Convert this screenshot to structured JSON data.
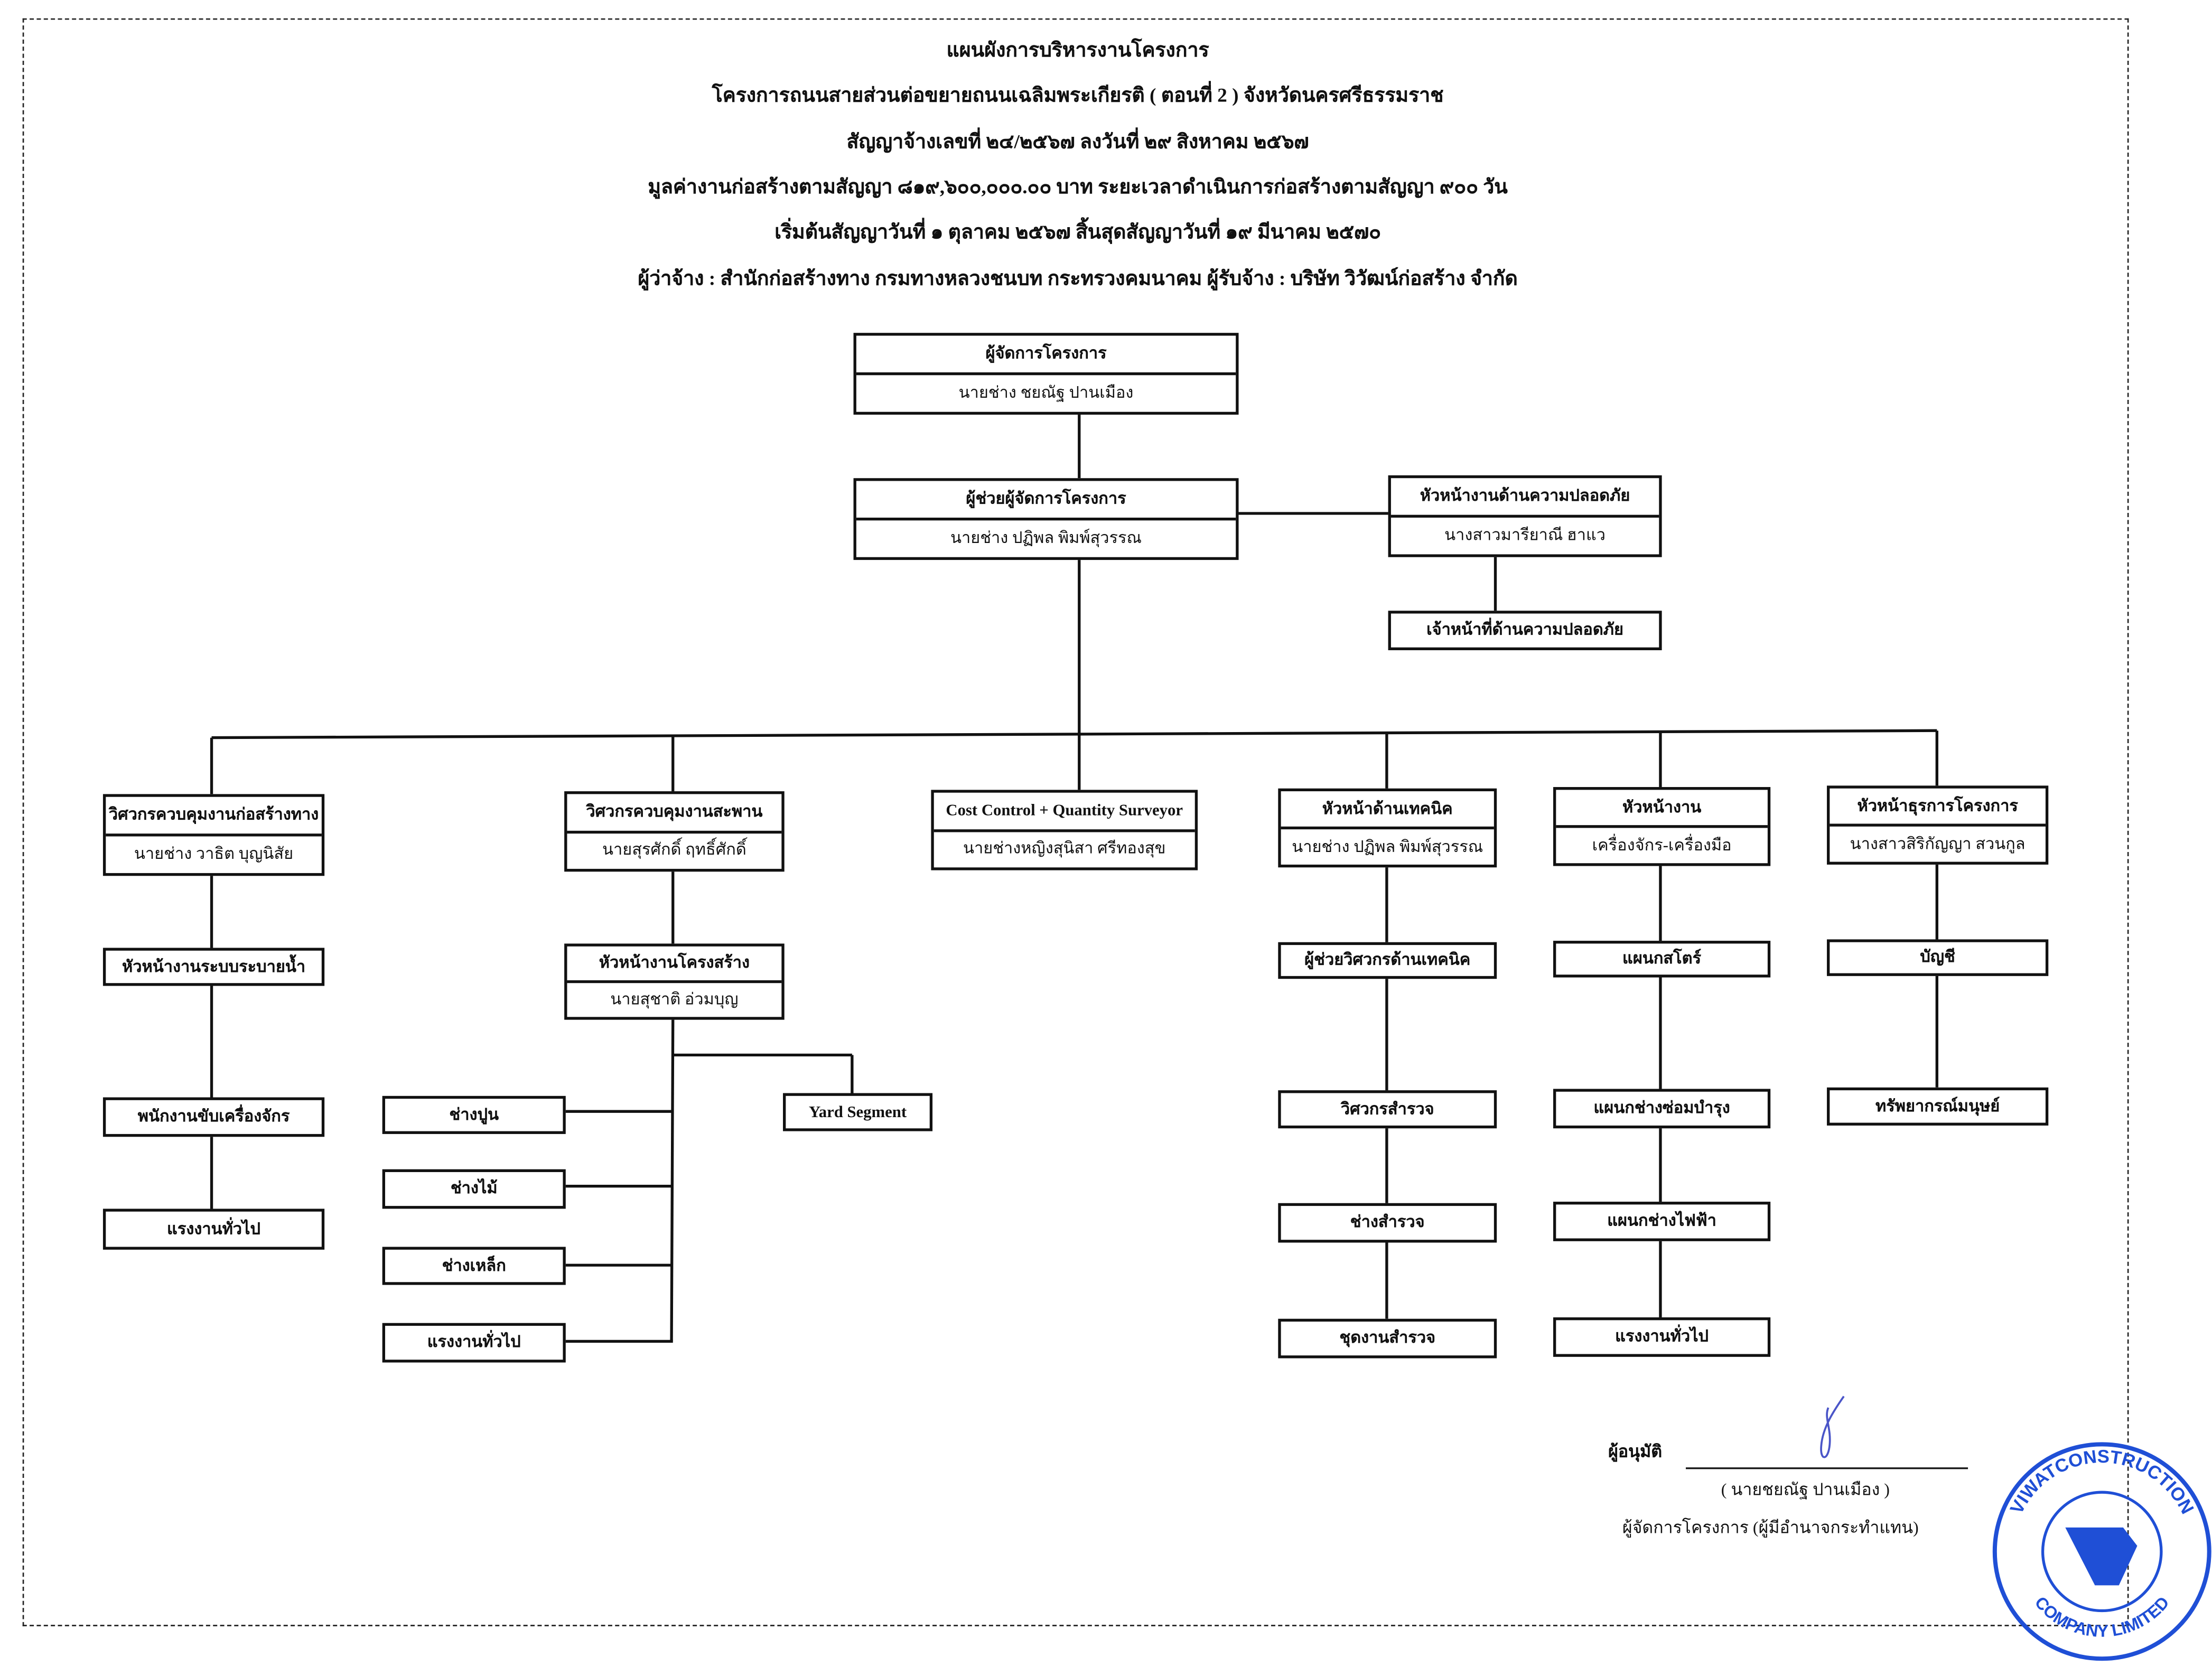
{
  "header": {
    "title": "แผนผังการบริหารงานโครงการ",
    "project": "โครงการถนนสายส่วนต่อขยายถนนเฉลิมพระเกียรติ ( ตอนที่ 2 ) จังหวัดนครศรีธรรมราช",
    "contract": "สัญญาจ้างเลขที่ ๒๔/๒๕๖๗ ลงวันที่ ๒๙ สิงหาคม ๒๕๖๗",
    "value": "มูลค่างานก่อสร้างตามสัญญา ๘๑๙,๖๐๐,๐๐๐.๐๐ บาท ระยะเวลาดำเนินการก่อสร้างตามสัญญา ๙๐๐ วัน",
    "period": "เริ่มต้นสัญญาวันที่ ๑ ตุลาคม ๒๕๖๗ สิ้นสุดสัญญาวันที่ ๑๙ มีนาคม ๒๕๗๐",
    "parties": "ผู้ว่าจ้าง : สำนักก่อสร้างทาง กรมทางหลวงชนบท กระทรวงคมนาคม ผู้รับจ้าง : บริษัท วิวัฒน์ก่อสร้าง จำกัด"
  },
  "org": {
    "pm": {
      "title": "ผู้จัดการโครงการ",
      "name": "นายช่าง ชยณัฐ  ปานเมือง"
    },
    "asst_pm": {
      "title": "ผู้ช่วยผู้จัดการโครงการ",
      "name": "นายช่าง ปฏิพล  พิมพ์สุวรรณ"
    },
    "safety_head": {
      "title": "หัวหน้างานด้านความปลอดภัย",
      "name": "นางสาวมารียาณี  ฮาแว"
    },
    "safety_officer": {
      "title": "เจ้าหน้าที่ด้านความปลอดภัย"
    },
    "road": {
      "title": "วิศวกรควบคุมงานก่อสร้างทาง",
      "name": "นายช่าง วาธิต  บุญนิสัย",
      "sub": [
        "หัวหน้างานระบบระบายน้ำ",
        "พนักงานขับเครื่องจักร",
        "แรงงานทั่วไป"
      ]
    },
    "bridge": {
      "title": "วิศวกรควบคุมงานสะพาน",
      "name": "นายสุรศักดิ์  ฤทธิ์ศักดิ์",
      "structure": {
        "title": "หัวหน้างานโครงสร้าง",
        "name": "นายสุชาติ  อ่วมบุญ"
      },
      "crews": [
        "ช่างปูน",
        "ช่างไม้",
        "ช่างเหล็ก",
        "แรงงานทั่วไป"
      ],
      "yard": "Yard Segment"
    },
    "cost": {
      "title": "Cost Control + Quantity Surveyor",
      "name": "นายช่างหญิงสุนิสา  ศรีทองสุข"
    },
    "tech": {
      "title": "หัวหน้าด้านเทคนิค",
      "name": "นายช่าง ปฏิพล  พิมพ์สุวรรณ",
      "sub": [
        "ผู้ช่วยวิศวกรด้านเทคนิค",
        "วิศวกรสำรวจ",
        "ช่างสำรวจ",
        "ชุดงานสำรวจ"
      ]
    },
    "machine": {
      "title": "หัวหน้างาน",
      "name": "เครื่องจักร-เครื่องมือ",
      "sub": [
        "แผนกสโตร์",
        "แผนกช่างซ่อมบำรุง",
        "แผนกช่างไฟฟ้า",
        "แรงงานทั่วไป"
      ]
    },
    "admin": {
      "title": "หัวหน้าธุรการโครงการ",
      "name": "นางสาวสิริกัญญา  สวนกูล",
      "sub": [
        "บัญชี",
        "ทรัพยากรณ์มนุษย์"
      ]
    }
  },
  "approval": {
    "label": "ผู้อนุมัติ",
    "name": "( นายชยณัฐ  ปานเมือง )",
    "position": "ผู้จัดการโครงการ (ผู้มีอำนาจกระทำแทน)",
    "stamp_text_top": "VIWATCONSTRUCTION",
    "stamp_text_bottom": "COMPANY LIMITED"
  },
  "colors": {
    "ink": "#111111",
    "stamp": "#1f4fd6",
    "signature": "#4a55c8"
  }
}
